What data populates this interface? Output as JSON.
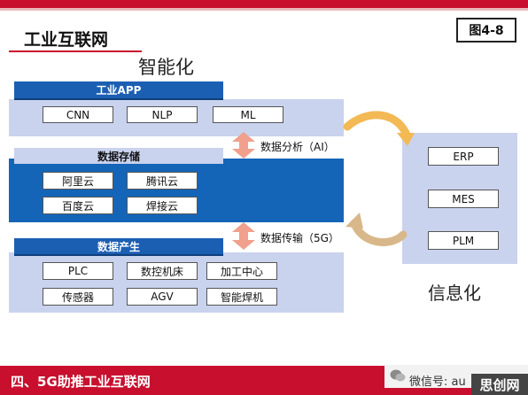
{
  "header": {
    "title": "工业互联网",
    "figure_badge": "图4-8"
  },
  "labels": {
    "intelligence": "智能化",
    "informatization": "信息化"
  },
  "layers": {
    "app": {
      "title": "工业APP",
      "items": [
        "CNN",
        "NLP",
        "ML"
      ]
    },
    "storage": {
      "title": "数据存储",
      "items": [
        "阿里云",
        "腾讯云",
        "百度云",
        "焊接云"
      ]
    },
    "production": {
      "title": "数据产生",
      "items": [
        "PLC",
        "数控机床",
        "加工中心",
        "传感器",
        "AGV",
        "智能焊机"
      ]
    }
  },
  "connectors": {
    "analysis": "数据分析（AI）",
    "transfer": "数据传输（5G）"
  },
  "info_systems": [
    "ERP",
    "MES",
    "PLM"
  ],
  "footer": {
    "section_title": "四、5G助推工业互联网",
    "wechat": "微信号: au",
    "logo_text": "思创网"
  },
  "colors": {
    "brand_red": "#c8102e",
    "layer_blue": "#1465b8",
    "panel_lavender": "#c9d3ee",
    "arrow_salmon": "#f0a08c",
    "arrow_gold": "#f2b955"
  }
}
